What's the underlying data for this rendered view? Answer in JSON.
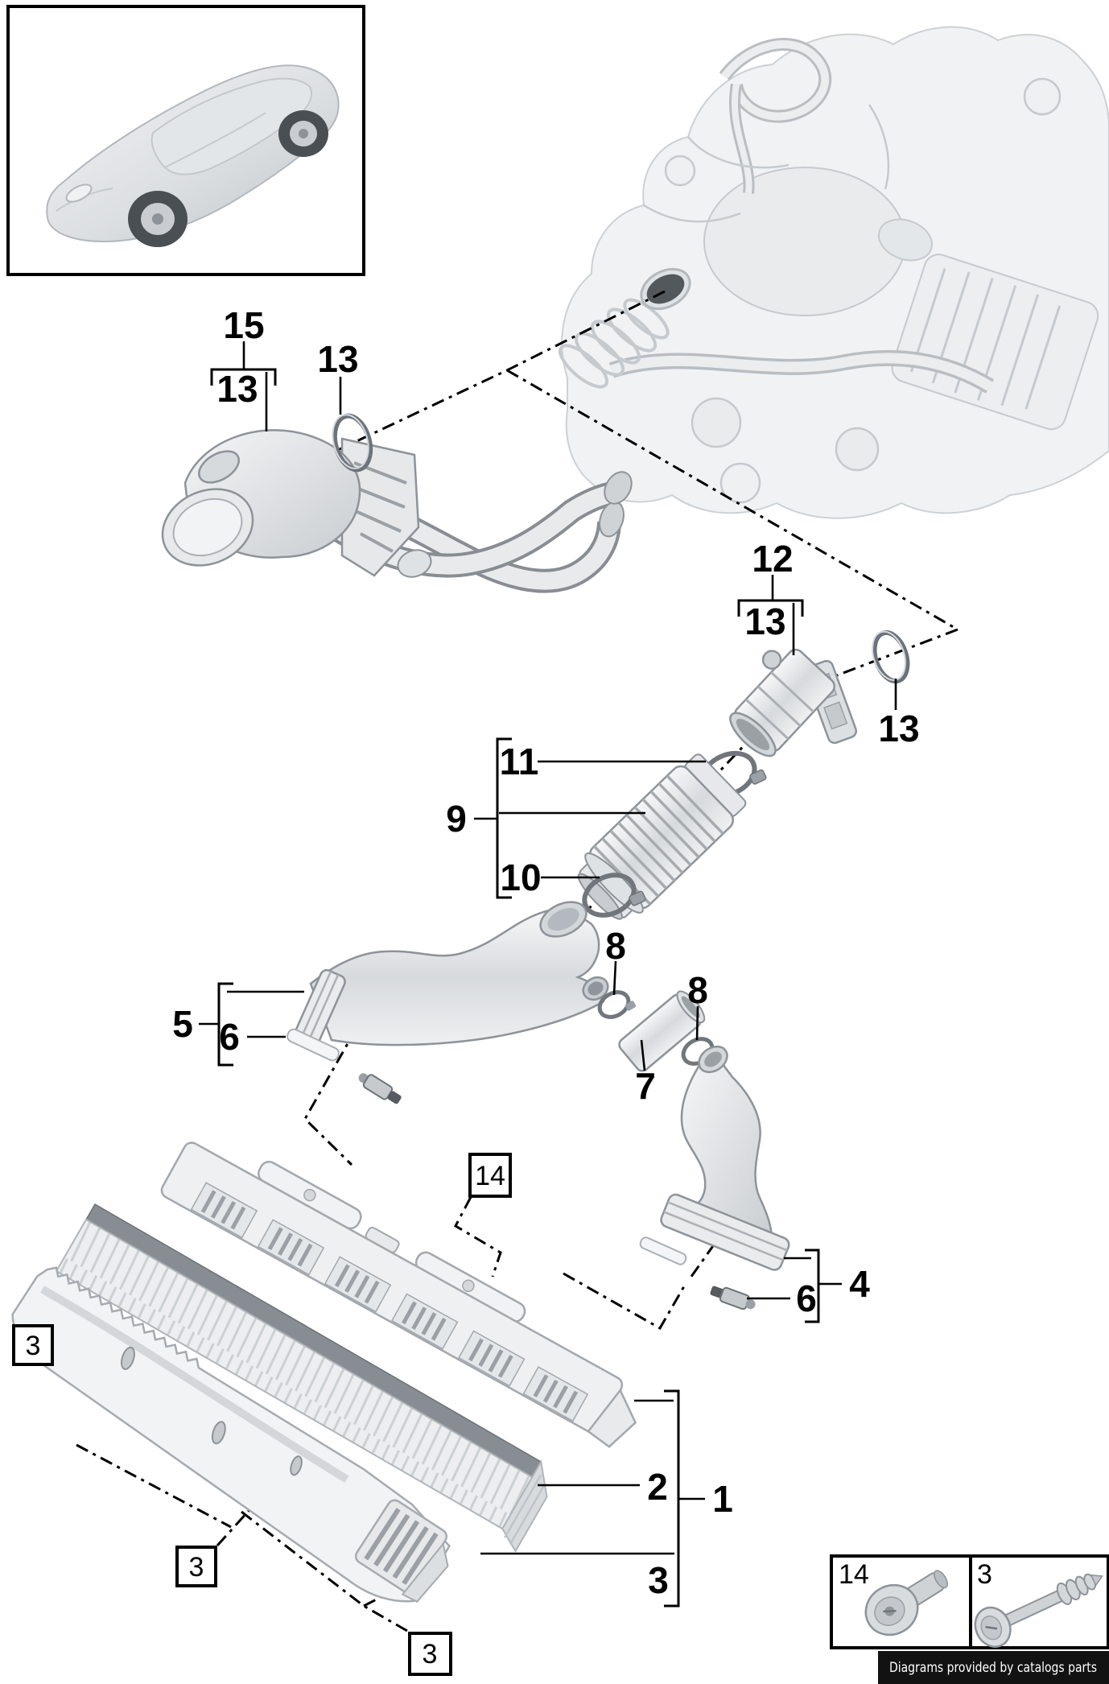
{
  "callouts": {
    "n15": "15",
    "n13_a": "13",
    "n13_b": "13",
    "n12": "12",
    "n13_c": "13",
    "n13_d": "13",
    "n11": "11",
    "n9": "9",
    "n10": "10",
    "n8_a": "8",
    "n8_b": "8",
    "n7": "7",
    "n5": "5",
    "n6_a": "6",
    "n6_b": "6",
    "n4": "4",
    "n2": "2",
    "n1": "1",
    "n3_a": "3",
    "b14": "14",
    "b3_a": "3",
    "b3_b": "3",
    "b3_c": "3"
  },
  "legend": {
    "items": [
      {
        "ref": "14",
        "icon": "pan-head-screw"
      },
      {
        "ref": "3",
        "icon": "thread-forming-screw"
      }
    ]
  },
  "footer": {
    "credit": "Diagrams provided by catalogs parts"
  },
  "colors": {
    "line": "#000000",
    "part_fill": "#eef0f2",
    "part_stroke": "#8d9399",
    "oring": "#6d737a",
    "footer_bg": "#121212",
    "footer_text": "#ffffff"
  }
}
